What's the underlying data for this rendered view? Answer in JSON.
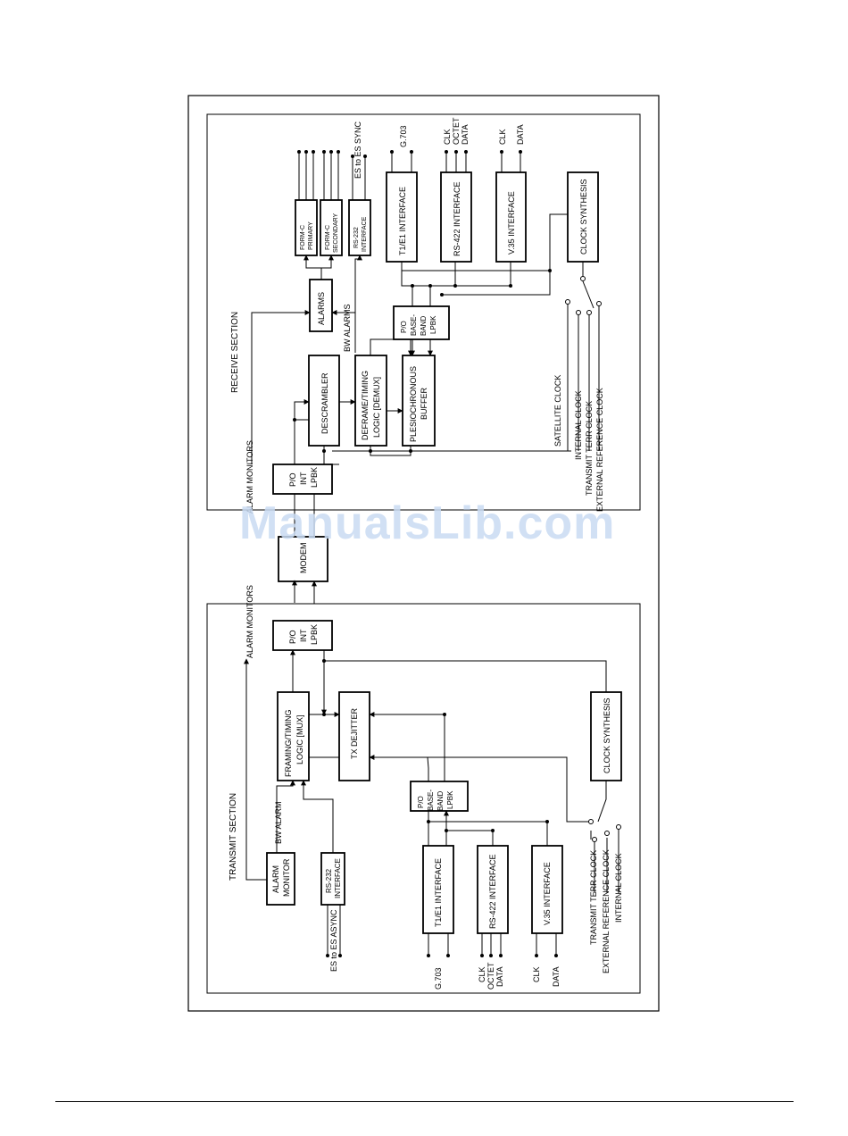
{
  "watermark": "ManualsLib.com",
  "receive": {
    "section_label": "RECEIVE SECTION",
    "alarm_monitors": "ALARM MONITORS",
    "bw_alarms": "BW ALARMS",
    "es_sync": "ES to ES SYNC",
    "blocks": {
      "descrambler": "DESCRAMBLER",
      "deframe": [
        "DEFRAME/TIMING",
        "LOGIC [DEMUX]"
      ],
      "plesio": [
        "PLESIOCHRONOUS",
        "BUFFER"
      ],
      "int_lpbk": [
        "P/O",
        "INT",
        "LPBK"
      ],
      "alarms": "ALARMS",
      "baseband": [
        "P/O",
        "BASE-",
        "BAND",
        "LPBK"
      ],
      "form_c_primary": [
        "FORM-C",
        "PRIMARY"
      ],
      "form_c_secondary": [
        "FORM-C",
        "SECONDARY"
      ],
      "rs232": [
        "RS-232",
        "INTERFACE"
      ],
      "t1e1": "T1/E1 INTERFACE",
      "rs422": "RS-422 INTERFACE",
      "v35": "V.35 INTERFACE",
      "clock_synthesis": "CLOCK SYNTHESIS"
    },
    "signals": {
      "g703": "G.703",
      "clk": "CLK",
      "octet": "OCTET",
      "data": "DATA",
      "clk2": "CLK",
      "data2": "DATA"
    },
    "clocks": [
      "SATELLITE CLOCK",
      "INTERNAL CLOCK",
      "TRANSMIT TERR CLOCK",
      "EXTERNAL REFERENCE CLOCK"
    ]
  },
  "modem": "MODEM",
  "transmit": {
    "section_label": "TRANSMIT SECTION",
    "alarm_monitors": "ALARM MONITORS",
    "bw_alarm": "BW ALARM",
    "es_async": "ES to ES ASYNC",
    "blocks": {
      "alarm_monitor": [
        "ALARM",
        "MONITOR"
      ],
      "rs232": [
        "RS-232",
        "INTERFACE"
      ],
      "framing": [
        "FRAMING/TIMING",
        "LOGIC [MUX]"
      ],
      "tx_dejitter": "TX DEJITTER",
      "int_lpbk": [
        "P/O",
        "INT",
        "LPBK"
      ],
      "baseband": [
        "P/O",
        "BASE-",
        "BAND",
        "LPBK"
      ],
      "t1e1": "T1/E1 INTERFACE",
      "rs422": "RS-422 INTERFACE",
      "v35": "V.35 INTERFACE",
      "clock_synthesis": "CLOCK SYNTHESIS"
    },
    "signals": {
      "g703": "G.703",
      "clk": "CLK",
      "octet": "OCTET",
      "data": "DATA",
      "clk2": "CLK",
      "data2": "DATA"
    },
    "clocks": [
      "TRANSMIT TERR CLOCK",
      "EXTERNAL REFERENCE CLOCK",
      "INTERNAL CLOCK"
    ]
  }
}
